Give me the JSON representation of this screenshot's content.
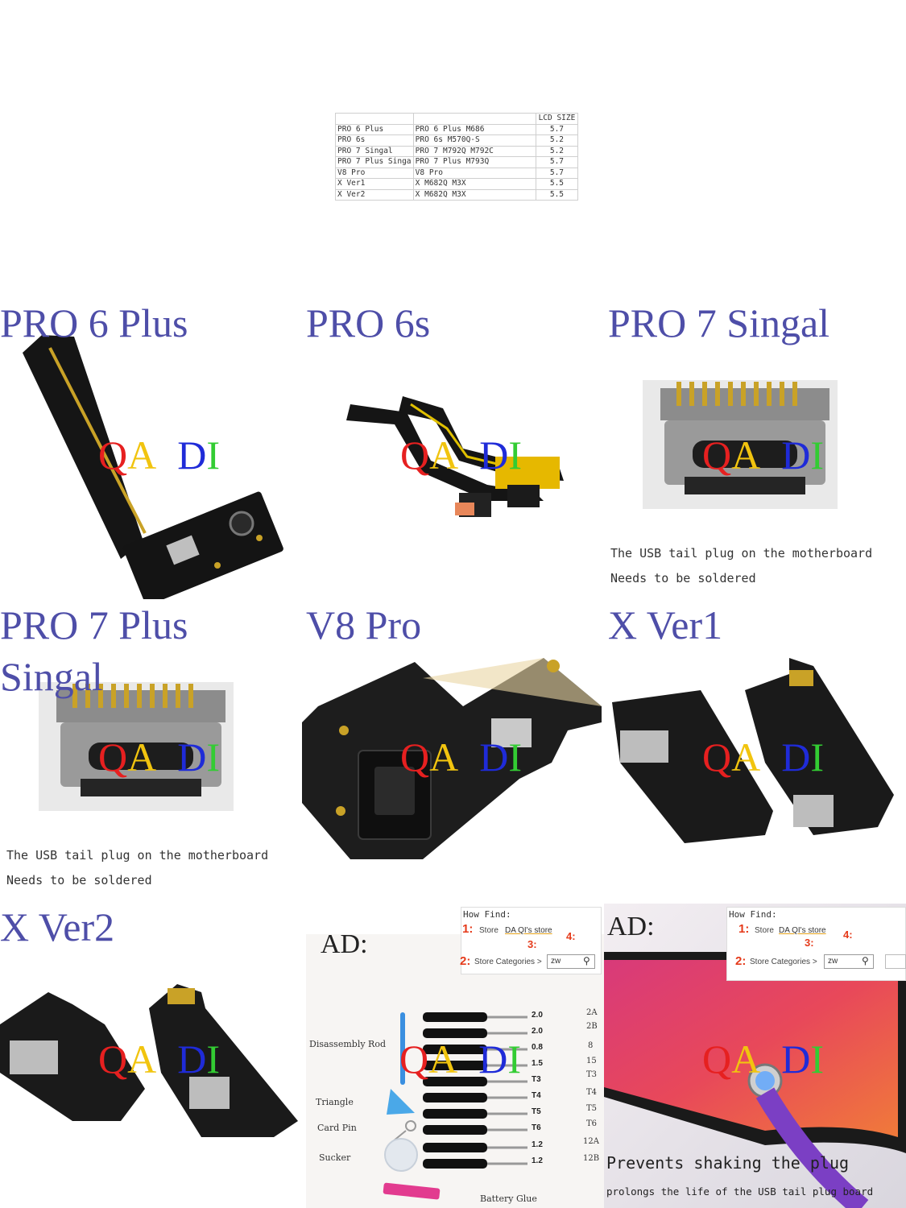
{
  "table": {
    "header": [
      "",
      "",
      "LCD SIZE"
    ],
    "rows": [
      [
        "PRO 6 Plus",
        "PRO 6 Plus M686",
        "5.7"
      ],
      [
        "PRO 6s",
        "PRO 6s M570Q-S",
        "5.2"
      ],
      [
        "PRO 7 Singal",
        "PRO 7 M792Q M792C",
        "5.2"
      ],
      [
        "PRO 7 Plus Singa",
        "PRO 7 Plus M793Q",
        "5.7"
      ],
      [
        "V8 Pro",
        "V8 Pro",
        "5.7"
      ],
      [
        "X Ver1",
        "X M682Q M3X",
        "5.5"
      ],
      [
        "X Ver2",
        "X M682Q M3X",
        "5.5"
      ]
    ]
  },
  "watermark": {
    "q": "Q",
    "a": "A",
    "d": "D",
    "i": "I"
  },
  "cells": {
    "pro6plus": {
      "title": "PRO 6 Plus"
    },
    "pro6s": {
      "title": "PRO 6s"
    },
    "pro7singal": {
      "title": "PRO 7 Singal",
      "note_line1": "The USB tail plug on the motherboard",
      "note_line2": "Needs to be soldered"
    },
    "pro7plus": {
      "title_line1": "PRO 7 Plus",
      "title_line2": "Singal",
      "note_line1": "The USB tail plug on the motherboard",
      "note_line2": "Needs to be soldered"
    },
    "v8pro": {
      "title": "V8 Pro"
    },
    "xver1": {
      "title": "X Ver1"
    },
    "xver2": {
      "title": "X Ver2"
    }
  },
  "ad_tools": {
    "label": "AD:",
    "tools": {
      "rod": "Disassembly Rod",
      "triangle": "Triangle",
      "card_pin": "Card Pin",
      "sucker": "Sucker",
      "glue": "Battery Glue"
    },
    "bits": [
      "2.0",
      "2.0",
      "0.8",
      "1.5",
      "T3",
      "T4",
      "T5",
      "T6",
      "1.2",
      "1.2"
    ],
    "sizes": [
      "2A",
      "2B",
      "8",
      "15",
      "T3",
      "T4",
      "T5",
      "T6",
      "12A",
      "12B"
    ]
  },
  "ad_cable": {
    "label": "AD:",
    "caption_line1": "Prevents shaking the plug",
    "caption_line2": "prolongs the life of the USB tail plug board"
  },
  "how_find": {
    "title": "How Find:",
    "step1": "1:",
    "step1_label": "Store",
    "store_name": "DA QI's store",
    "step2": "2:",
    "step2_label": "Store Categories >",
    "step3": "3:",
    "step4": "4:",
    "search_value": "zw",
    "search_icon": "magnifier-icon"
  }
}
